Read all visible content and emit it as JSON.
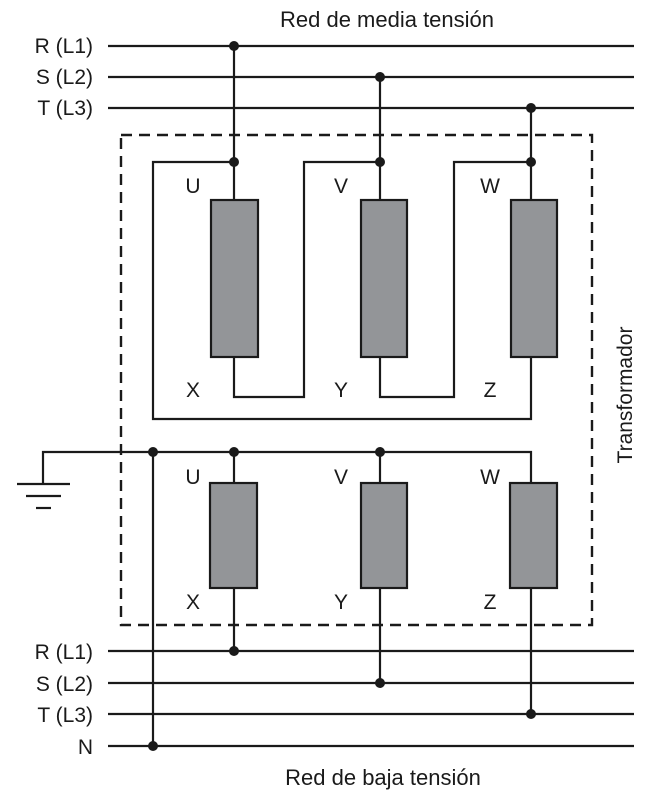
{
  "medium_voltage": {
    "title": "Red de media tensión",
    "lines": [
      "R (L1)",
      "S (L2)",
      "T (L3)"
    ]
  },
  "low_voltage": {
    "title": "Red de baja tensión",
    "lines": [
      "R (L1)",
      "S (L2)",
      "T (L3)",
      "N"
    ]
  },
  "transformer": {
    "label": "Transformador",
    "primary": {
      "top_terminals": [
        "U",
        "V",
        "W"
      ],
      "bottom_terminals": [
        "X",
        "Y",
        "Z"
      ]
    },
    "secondary": {
      "top_terminals": [
        "U",
        "V",
        "W"
      ],
      "bottom_terminals": [
        "X",
        "Y",
        "Z"
      ]
    }
  },
  "colors": {
    "line": "#1a1a1a",
    "coil": "#939598",
    "background": "#ffffff"
  },
  "icons": [
    "ground-icon"
  ]
}
